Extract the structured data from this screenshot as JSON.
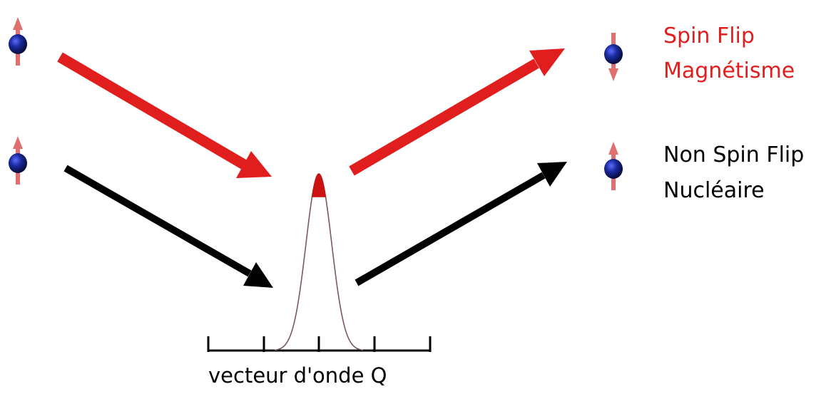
{
  "colors": {
    "spin_flip": "#e11e1e",
    "non_spin_flip": "#000000",
    "atom": "#0d1a78",
    "spin_arrow": "#e07070",
    "peak_spin_flip": "#cc1111",
    "peak_non_spin_flip": "#7a5a5a"
  },
  "labels": {
    "spin_flip_title": "Spin Flip",
    "spin_flip_sub": "Magnétisme",
    "non_spin_flip_title": "Non Spin Flip",
    "non_spin_flip_sub": "Nucléaire",
    "axis": "vecteur d'onde Q"
  },
  "spins": {
    "incoming_top": "up",
    "incoming_bottom": "up",
    "outgoing_spin_flip": "down",
    "outgoing_non_spin_flip": "up"
  },
  "axis_ticks": 5,
  "icons": [
    "atom-icon",
    "spin-arrow-icon"
  ]
}
